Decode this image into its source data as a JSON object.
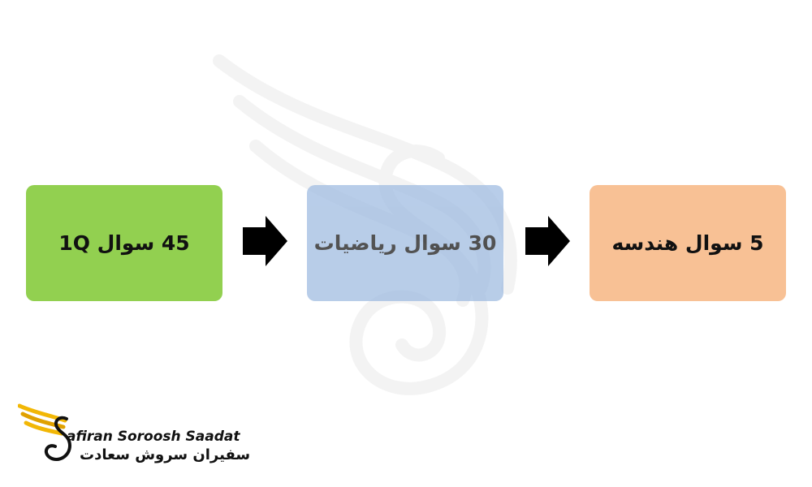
{
  "flow": {
    "steps": [
      {
        "label": "45 سوال 1Q",
        "color": "#92d050"
      },
      {
        "label": "30 سوال ریاضیات",
        "color": "#9dbae0"
      },
      {
        "label": "5 سوال هندسه",
        "color": "#f8c195"
      }
    ],
    "arrow_icon": "right-arrow-icon",
    "arrow_color": "#000000"
  },
  "watermark": {
    "icon": "bird-logo-watermark"
  },
  "brand": {
    "name_en": "afiran Soroosh Saadat",
    "name_fa": "سفیران سروش سعادت",
    "mark_icon": "golden-bird-logo-icon",
    "accent_color": "#f2b705"
  }
}
